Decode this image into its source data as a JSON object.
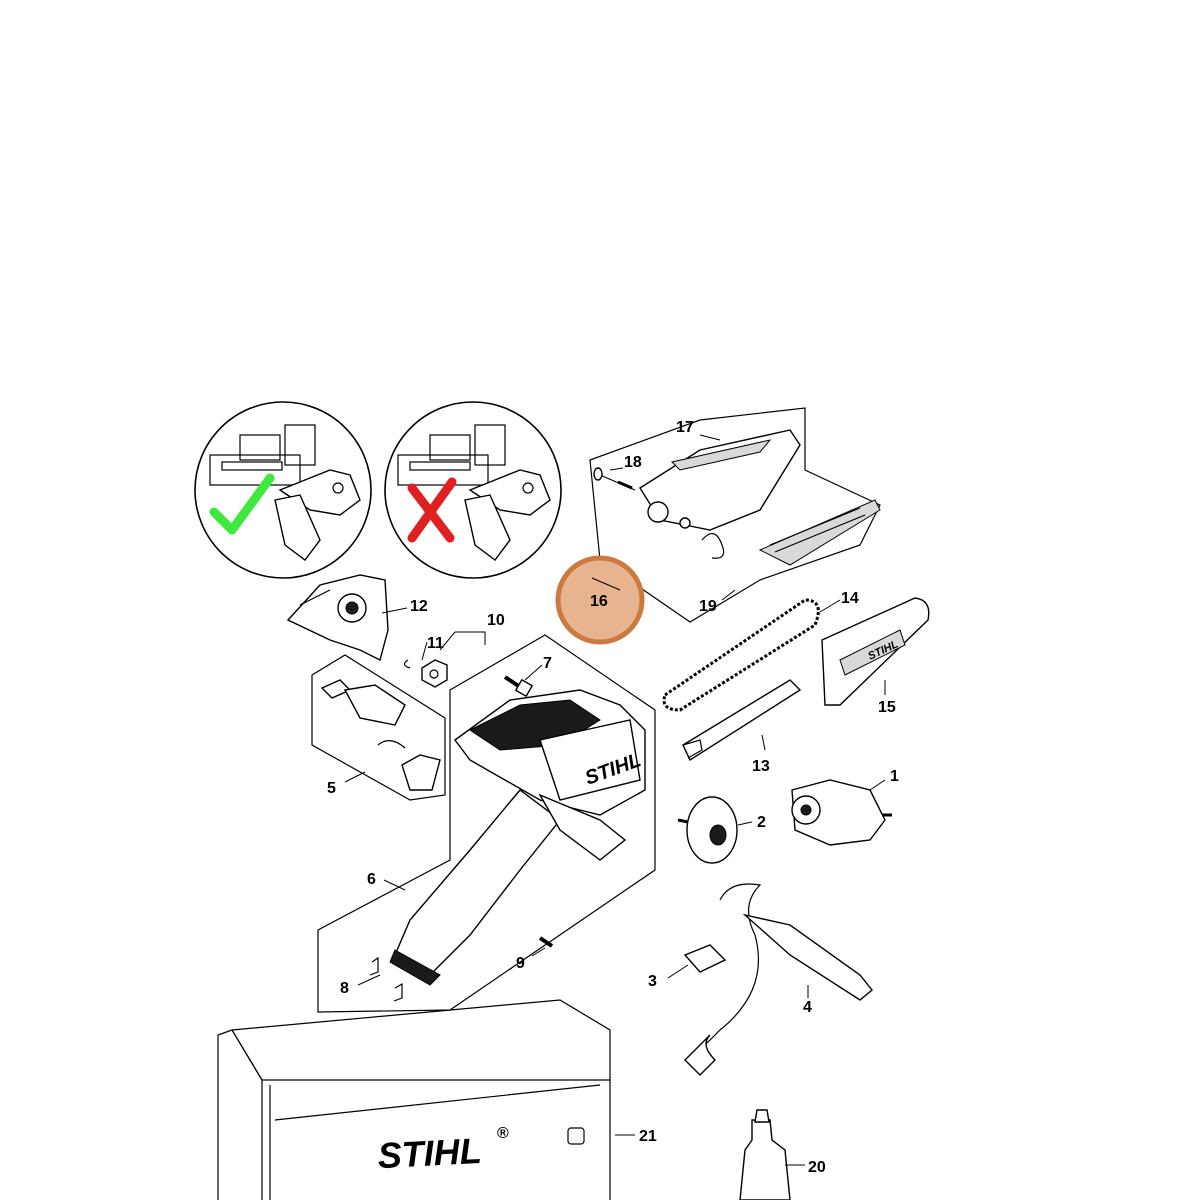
{
  "diagram": {
    "brand": "STIHL",
    "brand_mark": "®",
    "highlight_color": "#e8b48f",
    "highlight_ring_color": "#c97a3c",
    "check_color": "#3ee83e",
    "cross_color": "#e02020",
    "callouts": {
      "c1": "1",
      "c2": "2",
      "c3": "3",
      "c4": "4",
      "c5": "5",
      "c6": "6",
      "c7": "7",
      "c8": "8",
      "c9": "9",
      "c10": "10",
      "c11": "11",
      "c12": "12",
      "c13": "13",
      "c14": "14",
      "c15": "15",
      "c16": "16",
      "c17": "17",
      "c18": "18",
      "c19": "19",
      "c20": "20",
      "c21": "21"
    }
  }
}
